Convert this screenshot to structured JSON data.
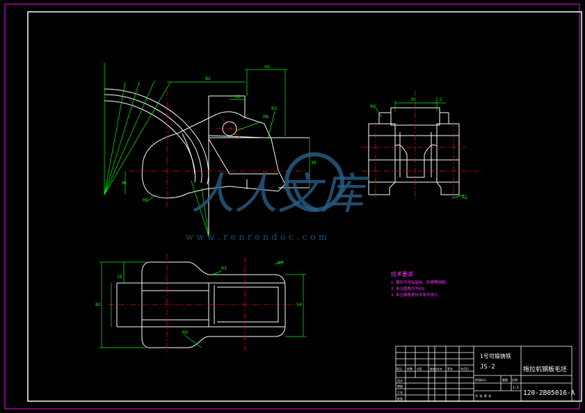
{
  "tech_requirements": {
    "title": "技术要求",
    "items": [
      "1. 铸件不得有裂纹、砂眼等缺陷。",
      "2. 未注圆角均为R3。",
      "3. 未注倒角按技术条件执行。"
    ]
  },
  "title_block": {
    "part_name": "1号可锻铸铁",
    "material": "JS-2",
    "drawing_title": "拖拉机钢板毛坯",
    "drawing_number": "120-2B05016-A",
    "scale": "1:1",
    "header_cells": [
      "标记",
      "处数",
      "分区",
      "更改文件号",
      "签名",
      "年月日"
    ],
    "role_cells": [
      "设计",
      "审核",
      "工艺",
      "批准"
    ],
    "right_cells": [
      "阶段标记",
      "重量",
      "比例",
      "共  张  第  张"
    ]
  },
  "watermark": {
    "main": "人人文库",
    "url": "w w w . r e n r e n d o c . c o m"
  },
  "colors": {
    "background": "#000000",
    "frame": "#ff00ff",
    "border": "#ffffff",
    "geometry": "#ffffff",
    "dimension": "#00ff00",
    "centerline": "#ff0000",
    "note": "#ff33ff",
    "watermark": "#2a5f86"
  }
}
